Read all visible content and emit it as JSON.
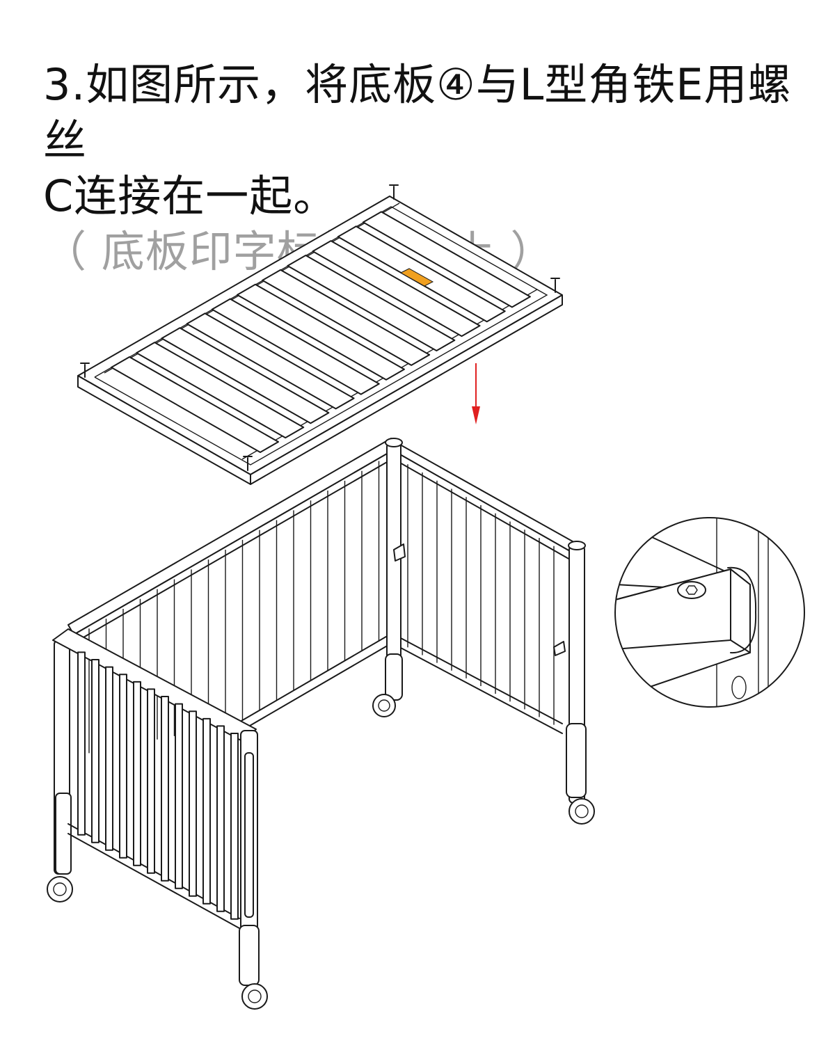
{
  "instruction": {
    "line1": "3.如图所示，将底板④与L型角铁E用螺丝",
    "line2": "C连接在一起。",
    "note": "（ 底板印字标签面朝上 ）"
  },
  "colors": {
    "text": "#111111",
    "note_text": "#a0a0a0",
    "arrow": "#e02020",
    "label_sticker": "#f0a020"
  }
}
